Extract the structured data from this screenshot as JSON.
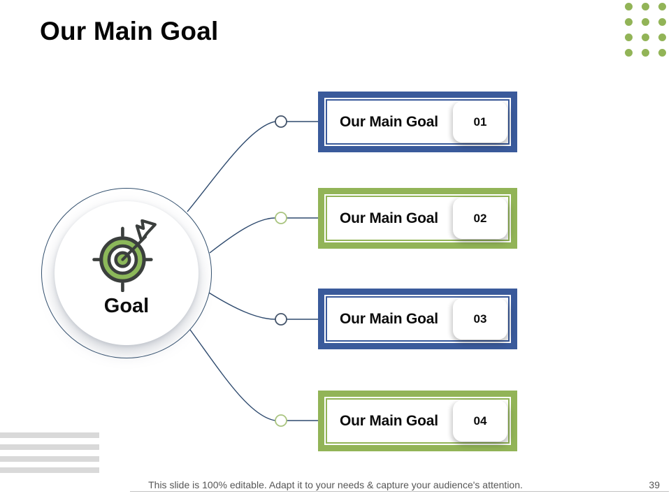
{
  "slide": {
    "title": "Our Main Goal",
    "footer": "This slide is 100% editable. Adapt it to your needs & capture your audience's attention.",
    "page_number": "39"
  },
  "hub": {
    "label": "Goal",
    "icon": "target-with-arrow-icon"
  },
  "goals": [
    {
      "label": "Our Main Goal",
      "number": "01",
      "accent": "navy"
    },
    {
      "label": "Our Main Goal",
      "number": "02",
      "accent": "green"
    },
    {
      "label": "Our Main Goal",
      "number": "03",
      "accent": "navy"
    },
    {
      "label": "Our Main Goal",
      "number": "04",
      "accent": "green"
    }
  ],
  "colors": {
    "navy": "#3A5A9B",
    "green": "#92B457",
    "icon_green": "#8CB85A",
    "dark": "#3B3F3D",
    "line": "#2E4A6E",
    "node_green": "#A9C47F",
    "footer_text": "#565656",
    "bar_gray": "#D9D9D9",
    "divider": "#C2C2C2"
  },
  "decor": {
    "dot_grid": {
      "rows": 4,
      "cols": 3
    },
    "left_bar_count": 4
  }
}
